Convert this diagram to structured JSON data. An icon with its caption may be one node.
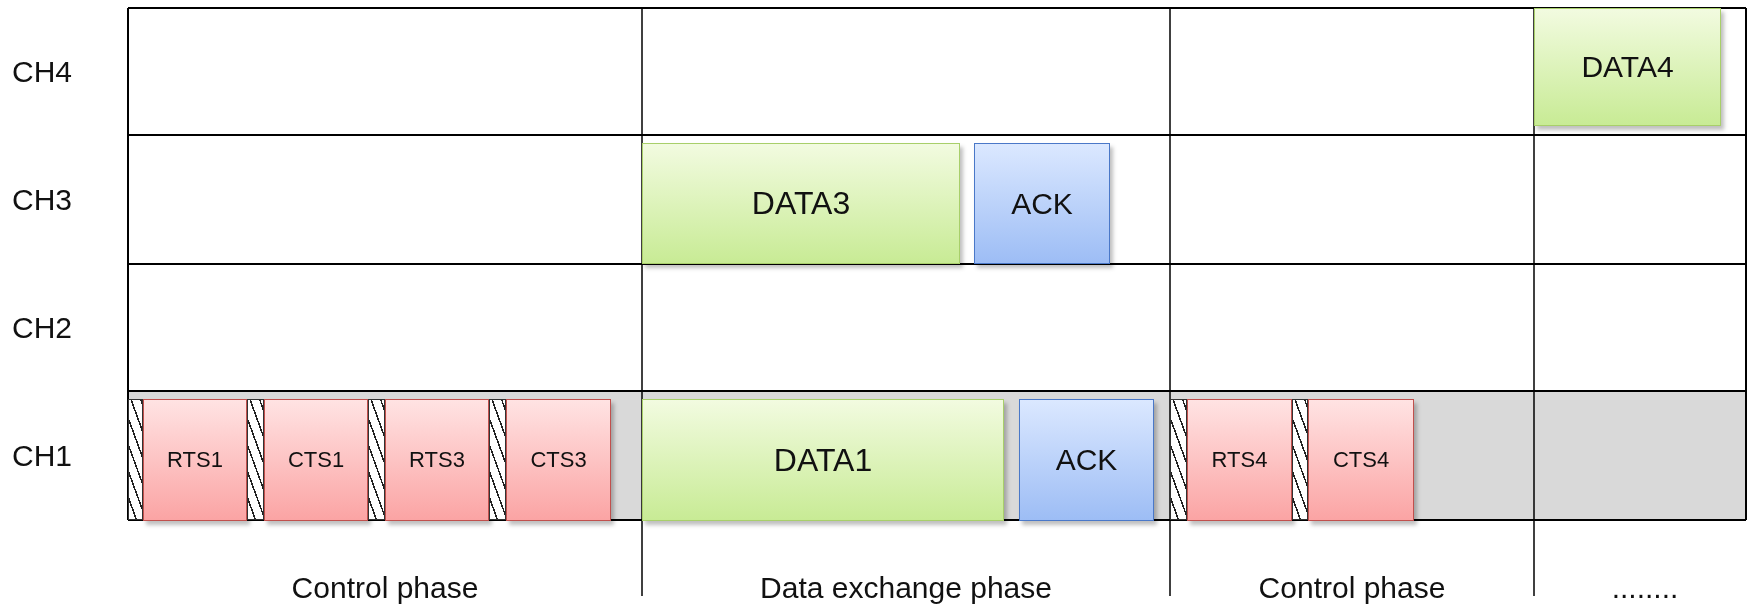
{
  "diagram": {
    "nodes": [
      {
        "text": [
          "DATA4"
        ]
      },
      {
        "text": [
          "DATA3"
        ]
      },
      {
        "text": [
          "ACK"
        ]
      },
      {
        "text": [],
        "shape": "bar"
      },
      {
        "text": [
          "RTS1"
        ]
      },
      {
        "text": [],
        "shape": "bar"
      },
      {
        "text": [
          "CTS1"
        ]
      },
      {
        "text": [],
        "shape": "bar"
      },
      {
        "text": [
          "RTS3"
        ]
      },
      {
        "text": [],
        "shape": "bar"
      },
      {
        "text": [
          "CTS3"
        ]
      },
      {
        "text": [
          "DATA1"
        ]
      },
      {
        "text": [
          "ACK"
        ]
      },
      {
        "text": [],
        "shape": "bar"
      },
      {
        "text": [
          "RTS4"
        ]
      },
      {
        "text": [],
        "shape": "bar"
      },
      {
        "text": [
          "CTS4"
        ]
      }
    ],
    "labels": [
      "CH4",
      "CH3",
      "CH2",
      "CH1",
      "Control phase",
      "Data exchange phase",
      "Control phase",
      "........"
    ]
  }
}
